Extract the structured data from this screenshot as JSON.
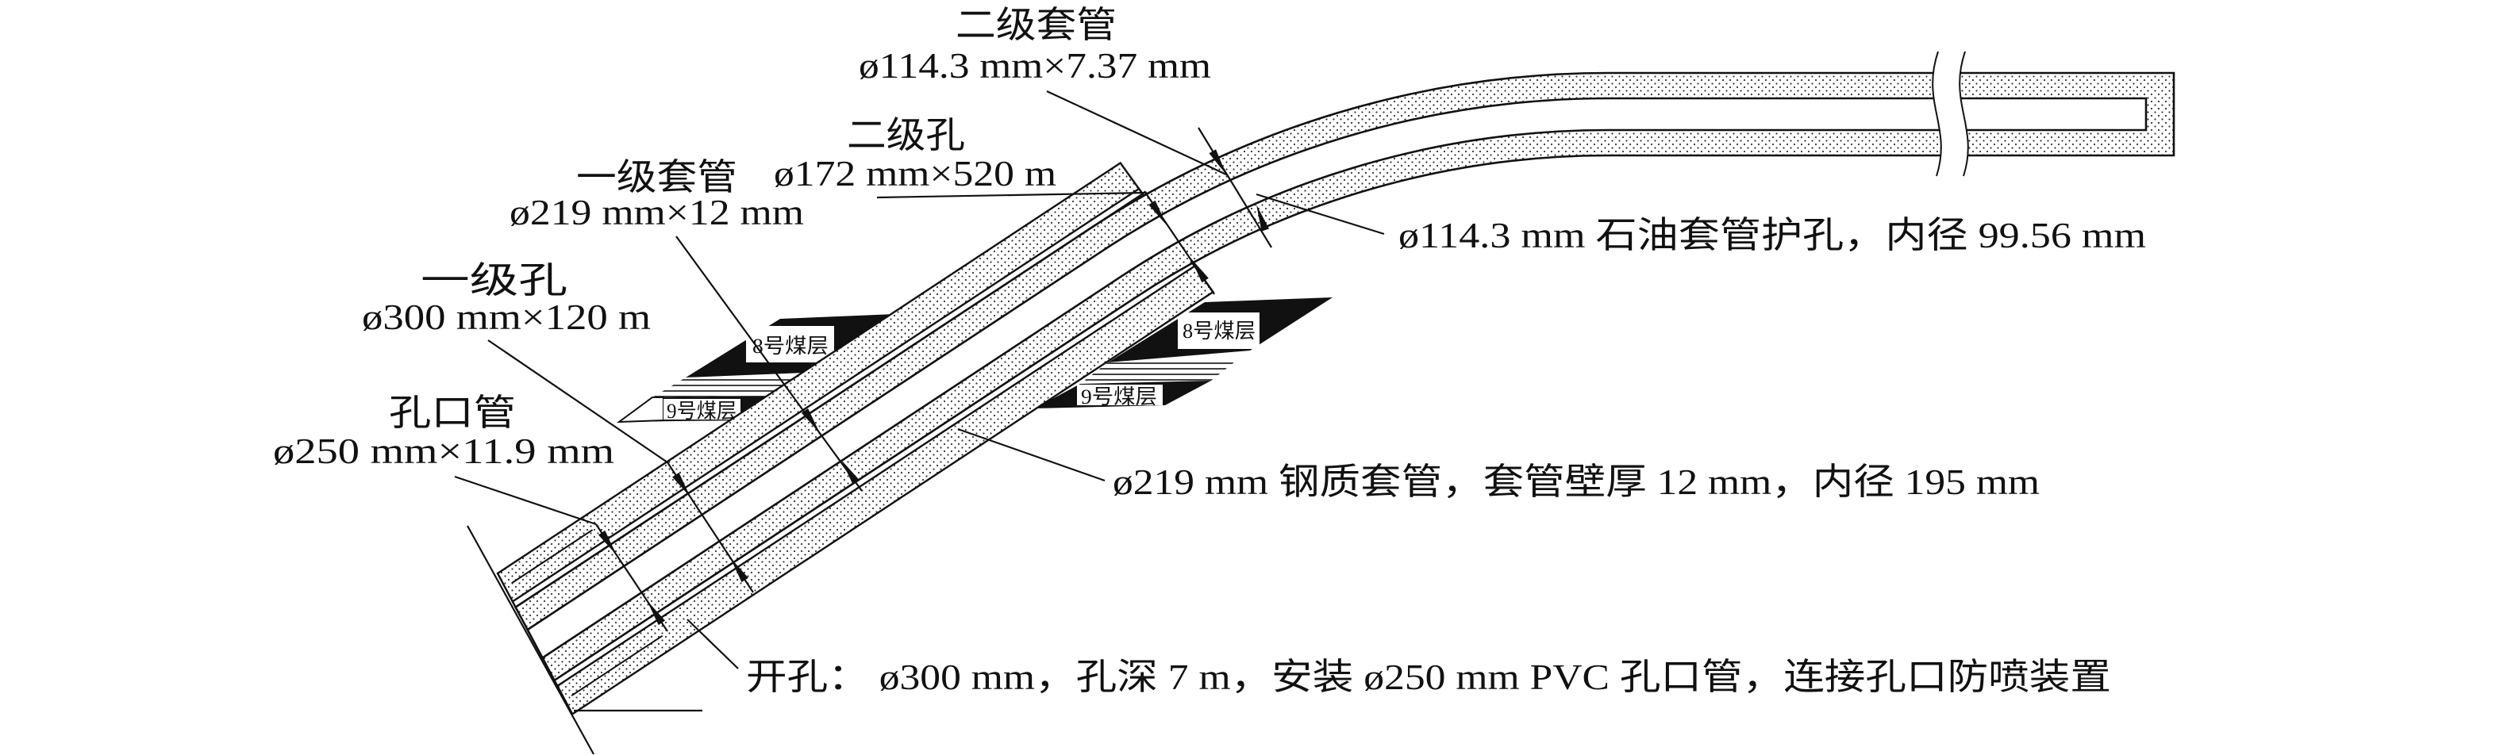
{
  "labels": {
    "second_casing_title": "二级套管",
    "second_casing_spec": "ø114.3 mm×7.37 mm",
    "second_hole_title": "二级孔",
    "second_hole_spec": "ø172 mm×520 m",
    "first_casing_title": "一级套管",
    "first_casing_spec": "ø219 mm×12 mm",
    "first_hole_title": "一级孔",
    "first_hole_spec": "ø300 mm×120 m",
    "orifice_pipe_title": "孔口管",
    "orifice_pipe_spec": "ø250 mm×11.9 mm",
    "oil_casing_note": "ø114.3 mm 石油套管护孔，内径 99.56 mm",
    "steel_casing_note": "ø219 mm 钢质套管，套管壁厚 12 mm，内径 195 mm",
    "opening_note": "开孔： ø300 mm，孔深 7 m，安装 ø250 mm PVC 孔口管，连接孔口防喷装置"
  },
  "coal_seams": {
    "left_8": "8号煤层",
    "left_9": "9号煤层",
    "right_8": "8号煤层",
    "right_9": "9号煤层"
  },
  "colors": {
    "ink": "#111111",
    "seam": "#111111",
    "background": "#ffffff"
  }
}
